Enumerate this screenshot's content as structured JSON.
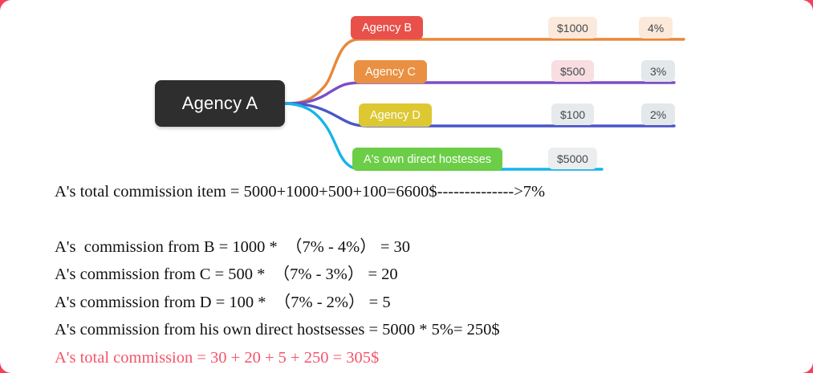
{
  "diagram": {
    "root": {
      "label": "Agency A",
      "color": "#2e2e2e"
    },
    "branches": [
      {
        "name": "agency-b",
        "label": "Agency B",
        "node_color": "#e9504a",
        "line_color": "#e8883a",
        "amount": "$1000",
        "amount_chip_color": "#fbeadb",
        "percent": "4%",
        "percent_chip_color": "#fbe9da"
      },
      {
        "name": "agency-c",
        "label": "Agency C",
        "node_color": "#ea9042",
        "line_color": "#7b4fc4",
        "amount": "$500",
        "amount_chip_color": "#f8dde1",
        "percent": "3%",
        "percent_chip_color": "#e3e8ea"
      },
      {
        "name": "agency-d",
        "label": "Agency D",
        "node_color": "#ddc832",
        "line_color": "#4a56c8",
        "amount": "$100",
        "amount_chip_color": "#e6eaec",
        "percent": "2%",
        "percent_chip_color": "#e3e8ea"
      },
      {
        "name": "own-direct-hostesses",
        "label": "A's own direct hostesses",
        "node_color": "#6cce47",
        "line_color": "#16b4e8",
        "amount": "$5000",
        "amount_chip_color": "#ebedee",
        "percent": "",
        "percent_chip_color": ""
      }
    ]
  },
  "calculation": {
    "total_item_line": "A's total commission item = 5000+1000+500+100=6600$-------------->7%",
    "lines": [
      "A's  commission from B = 1000 *  （7% - 4%） = 30",
      "A's commission from C = 500 *  （7% - 3%） = 20",
      "A's commission from D = 100 *  （7% - 2%） = 5",
      "A's commission from his own direct hostsesses = 5000 * 5%= 250$"
    ],
    "total_line": "A's total commission = 30 + 20 + 5 + 250 = 305$",
    "total_color": "#f2556a"
  }
}
